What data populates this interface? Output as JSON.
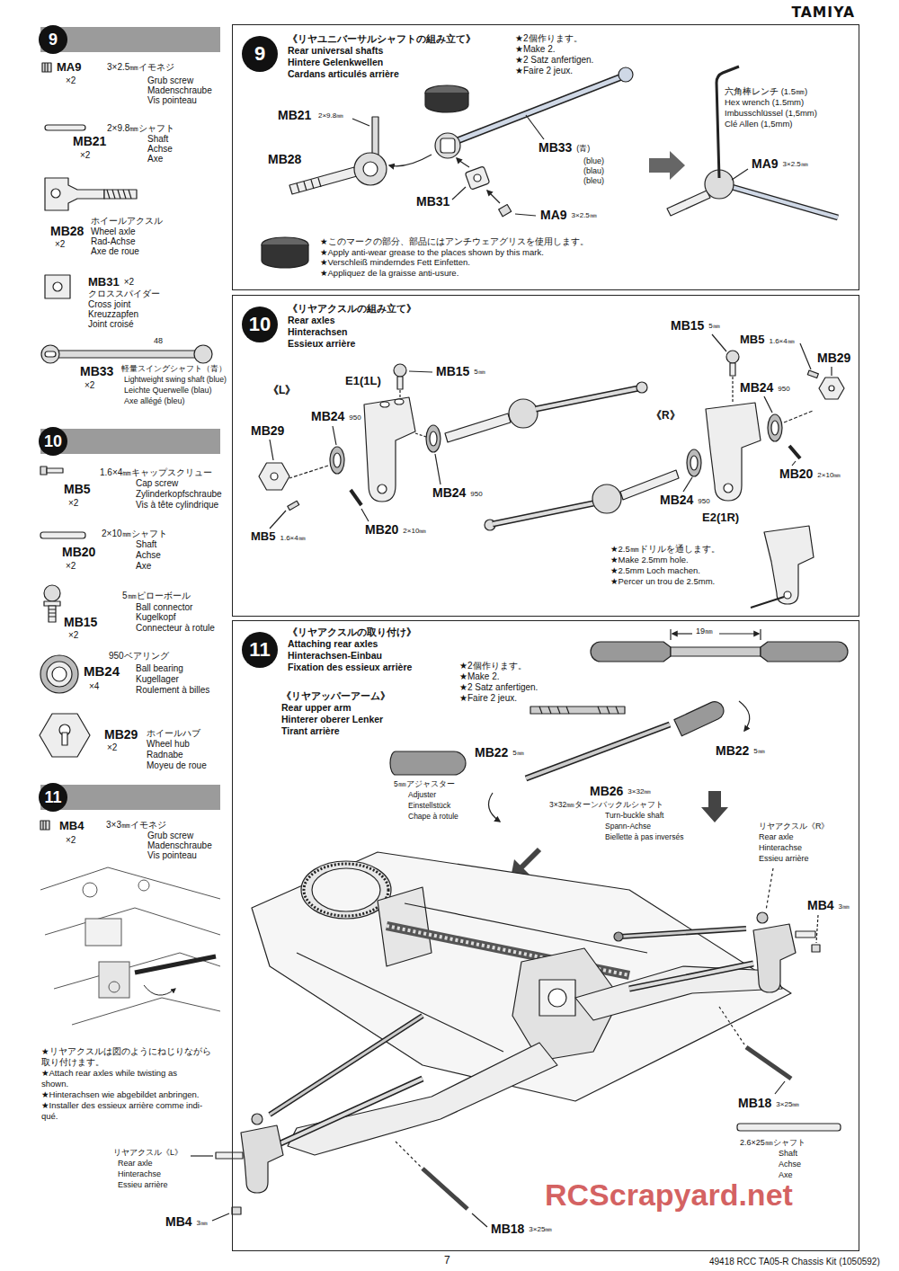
{
  "diagram": {
    "nodes": [
      {
        "text": [
          "9"
        ]
      },
      {
        "text": [
          "10"
        ]
      },
      {
        "text": [
          "11"
        ]
      },
      {
        "text": [
          "《リヤユニバーサルシャフトの組み立て》",
          "Rear universal shafts",
          "Hintere Gelenkwellen",
          "Cardans articulés arrière"
        ]
      },
      {
        "text": [
          "9"
        ],
        "in": 3
      },
      {
        "text": [
          "《リヤアクスルの組み立て》",
          "Rear axles",
          "Hinterachsen",
          "Essieux arrière"
        ]
      },
      {
        "text": [
          "10"
        ],
        "in": 5
      },
      {
        "text": [
          "《リヤアクスルの取り付け》",
          "Attaching rear axles",
          "Hinterachsen-Einbau",
          "Fixation des essieux arrière"
        ]
      },
      {
        "text": [
          "11"
        ],
        "in": 7
      }
    ],
    "labels": [
      "TAMIYA",
      "MA9",
      "×2",
      "3×2.5㎜イモネジ",
      "Grub screw",
      "Madenschraube",
      "Vis pointeau",
      "2×9.8㎜シャフト",
      "MB21",
      "×2",
      "Shaft",
      "Achse",
      "Axe",
      "ホイールアクスル",
      "MB28",
      "×2",
      "Wheel axle",
      "Rad-Achse",
      "Axe de roue",
      "MB31",
      "×2",
      "クロススパイダー",
      "Cross joint",
      "Kreuzzapfen",
      "Joint croisé",
      "48",
      "MB33",
      "×2",
      "軽量スイングシャフト（青）",
      "Lightweight swing shaft (blue)",
      "Leichte Querwelle (blau)",
      "Axe allégé (bleu)",
      "1.6×4㎜キャップスクリュー",
      "MB5",
      "×2",
      "Cap screw",
      "Zylinderkopfschraube",
      "Vis à tête cylindrique",
      "2×10㎜シャフト",
      "MB20",
      "×2",
      "Shaft",
      "Achse",
      "Axe",
      "5㎜ピローボール",
      "MB15",
      "×2",
      "Ball connector",
      "Kugelkopf",
      "Connecteur à rotule",
      "950ベアリング",
      "MB24",
      "×4",
      "Ball bearing",
      "Kugellager",
      "Roulement à billes",
      "MB29",
      "×2",
      "ホイールハブ",
      "Wheel hub",
      "Radnabe",
      "Moyeu de roue",
      "MB4",
      "×2",
      "3×3㎜イモネジ",
      "Grub screw",
      "Madenschraube",
      "Vis pointeau",
      "★リヤアクスルは図のようにねじりながら",
      "取り付けます。",
      "★Attach rear axles while twisting as",
      "shown.",
      "★Hinterachsen wie abgebildet anbringen.",
      "★Installer des essieux arrière comme indi-",
      "qué.",
      "★2個作ります。",
      "★Make 2.",
      "★2 Satz anfertigen.",
      "★Faire 2 jeux.",
      "MB21",
      "2×9.8㎜",
      "MB28",
      "MB33",
      "(青)",
      "(blue)",
      "(blau)",
      "(bleu)",
      "MB31",
      "MA9",
      "3×2.5㎜",
      "六角棒レンチ (1.5㎜)",
      "Hex wrench (1.5mm)",
      "Imbusschlüssel (1,5mm)",
      "Clé Allen (1,5mm)",
      "MA9",
      "3×2.5㎜",
      "★このマークの部分、部品にはアンチウェアグリスを使用します。",
      "★Apply anti-wear grease to the places shown by this mark.",
      "★Verschleiß minderndes Fett Einfetten.",
      "★Appliquez de la graisse anti-usure.",
      "MB15",
      "5㎜",
      "E1(1L)",
      "《L》",
      "MB24",
      "950",
      "MB29",
      "MB24",
      "950",
      "MB20",
      "2×10㎜",
      "MB5",
      "1.6×4㎜",
      "《R》",
      "MB15",
      "5㎜",
      "MB5",
      "1.6×4㎜",
      "MB29",
      "MB24",
      "950",
      "MB20",
      "2×10㎜",
      "MB24",
      "950",
      "E2(1R)",
      "★2.5㎜ドリルを通します。",
      "★Make 2.5mm hole.",
      "★2.5mm Loch machen.",
      "★Percer un trou de 2.5mm.",
      "★2個作ります。",
      "★Make 2.",
      "★2 Satz anfertigen.",
      "★Faire 2 jeux.",
      "《リヤアッパーアーム》",
      "Rear upper arm",
      "Hinterer oberer Lenker",
      "Tirant arrière",
      "19㎜",
      "MB22",
      "5㎜",
      "MB22",
      "5㎜",
      "5㎜アジャスター",
      "Adjuster",
      "Einstellstück",
      "Chape à rotule",
      "MB26",
      "3×32㎜",
      "3×32㎜ターンバックルシャフト",
      "Turn-buckle shaft",
      "Spann-Achse",
      "Biellette à pas inversés",
      "リヤアクスル《R》",
      "Rear axle",
      "Hinterachse",
      "Essieu arrière",
      "MB4",
      "3㎜",
      "MB18",
      "3×25㎜",
      "2.6×25㎜シャフト",
      "Shaft",
      "Achse",
      "Axe",
      "リヤアクスル《L》",
      "Rear axle",
      "Hinterachse",
      "Essieu arrière",
      "MB4",
      "3㎜",
      "MB18",
      "3×25㎜",
      "RCScrapyard.net",
      "7",
      "49418 RCC TA05-R Chassis Kit (1050592)"
    ]
  }
}
